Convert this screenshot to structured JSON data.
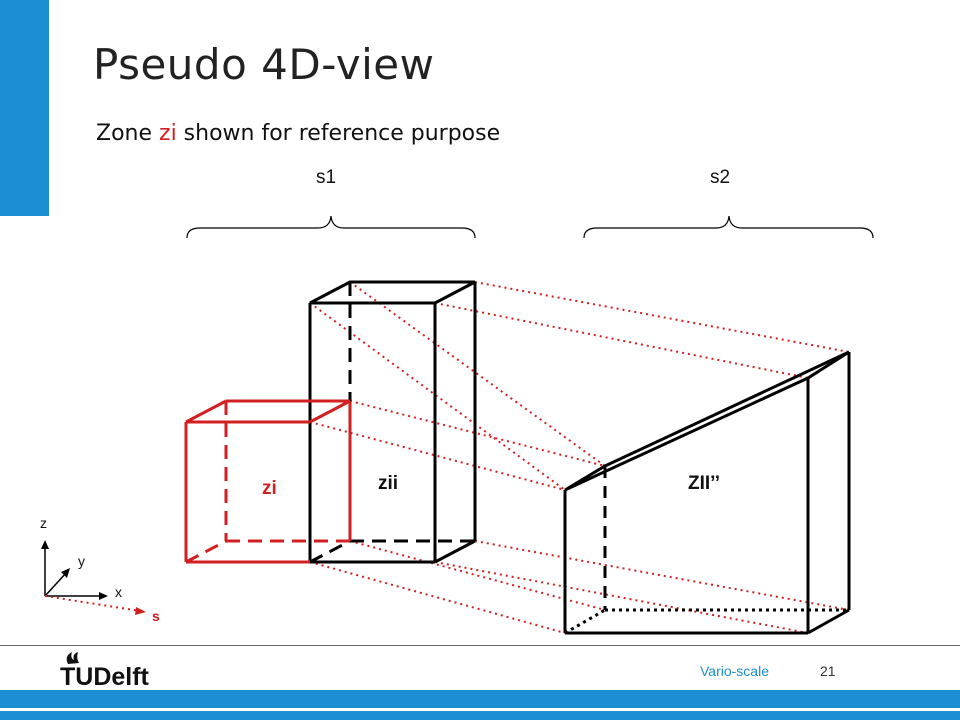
{
  "slide": {
    "title": "Pseudo 4D-view",
    "subtitle_prefix": "Zone ",
    "subtitle_highlight": "zi",
    "subtitle_suffix": " shown for reference purpose"
  },
  "diagram": {
    "brace_labels": {
      "s1": "s1",
      "s2": "s2"
    },
    "box_labels": {
      "zi": "zi",
      "zii": "zii",
      "zii_prime": "ZII’’"
    },
    "axes": {
      "z": "z",
      "y": "y",
      "x": "x",
      "s": "s"
    }
  },
  "footer": {
    "logo_text": "TUDelft",
    "label": "Vario-scale",
    "page_number": "21"
  },
  "colors": {
    "accent_blue": "#1b8fd2",
    "highlight_red": "#d21f1f",
    "line_black": "#000000"
  }
}
